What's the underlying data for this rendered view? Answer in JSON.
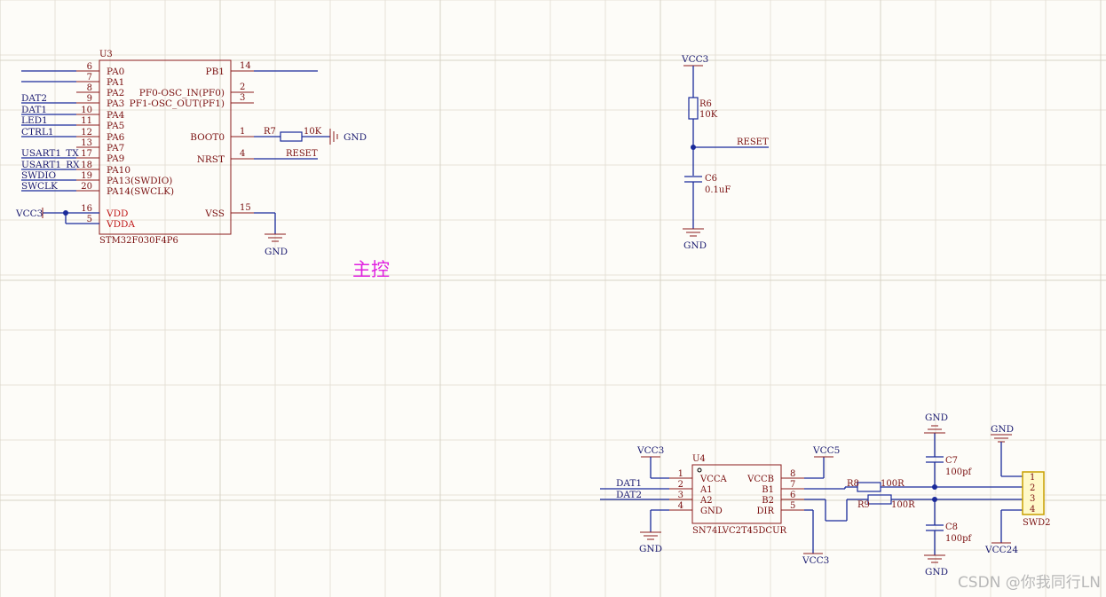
{
  "u3": {
    "ref": "U3",
    "part": "STM32F030F4P6",
    "left_pins": [
      {
        "num": "6",
        "name": "PA0",
        "net": ""
      },
      {
        "num": "7",
        "name": "PA1",
        "net": ""
      },
      {
        "num": "8",
        "name": "PA2",
        "net": ""
      },
      {
        "num": "9",
        "name": "PA3",
        "net": "DAT2"
      },
      {
        "num": "10",
        "name": "PA4",
        "net": "DAT1"
      },
      {
        "num": "11",
        "name": "PA5",
        "net": "LED1"
      },
      {
        "num": "12",
        "name": "PA6",
        "net": "CTRL1"
      },
      {
        "num": "13",
        "name": "PA7",
        "net": ""
      },
      {
        "num": "17",
        "name": "PA9",
        "net": "USART1_TX"
      },
      {
        "num": "18",
        "name": "PA10",
        "net": "USART1_RX"
      },
      {
        "num": "19",
        "name": "PA13(SWDIO)",
        "net": "SWDIO"
      },
      {
        "num": "20",
        "name": "PA14(SWCLK)",
        "net": "SWCLK"
      },
      {
        "num": "16",
        "name": "VDD",
        "net": ""
      },
      {
        "num": "5",
        "name": "VDDA",
        "net": ""
      }
    ],
    "right_pins": [
      {
        "num": "14",
        "name": "PB1"
      },
      {
        "num": "2",
        "name": "PF0-OSC_IN(PF0)"
      },
      {
        "num": "3",
        "name": "PF1-OSC_OUT(PF1)"
      },
      {
        "num": "1",
        "name": "BOOT0"
      },
      {
        "num": "4",
        "name": "NRST"
      },
      {
        "num": "15",
        "name": "VSS"
      }
    ],
    "vcc_label": "VCC3",
    "gnd_label": "GND",
    "r7": {
      "ref": "R7",
      "value": "10K"
    },
    "boot_gnd": "GND",
    "reset_net": "RESET"
  },
  "section_title": "主控",
  "reset_circuit": {
    "vcc": "VCC3",
    "r6": {
      "ref": "R6",
      "value": "10K"
    },
    "net": "RESET",
    "c6": {
      "ref": "C6",
      "value": "0.1uF"
    },
    "gnd": "GND"
  },
  "u4": {
    "ref": "U4",
    "part": "SN74LVC2T45DCUR",
    "left_pins": [
      {
        "num": "1",
        "name": "VCCA"
      },
      {
        "num": "2",
        "name": "A1"
      },
      {
        "num": "3",
        "name": "A2"
      },
      {
        "num": "4",
        "name": "GND"
      }
    ],
    "right_pins": [
      {
        "num": "8",
        "name": "VCCB"
      },
      {
        "num": "7",
        "name": "B1"
      },
      {
        "num": "6",
        "name": "B2"
      },
      {
        "num": "5",
        "name": "DIR"
      }
    ],
    "vcca_label": "VCC3",
    "vccb_label": "VCC5",
    "dir_label": "VCC3",
    "gnd_label": "GND",
    "net_dat1": "DAT1",
    "net_dat2": "DAT2",
    "r8": {
      "ref": "R8",
      "value": "100R"
    },
    "r9": {
      "ref": "R9",
      "value": "100R"
    },
    "c7": {
      "ref": "C7",
      "value": "100pf"
    },
    "c8": {
      "ref": "C8",
      "value": "100pf"
    },
    "c7_gnd": "GND",
    "c8_gnd": "GND",
    "swd2": {
      "ref": "SWD2",
      "pins": [
        "1",
        "2",
        "3",
        "4"
      ],
      "gnd": "GND",
      "vcc": "VCC24"
    }
  },
  "watermark": "CSDN @你我同行LN"
}
